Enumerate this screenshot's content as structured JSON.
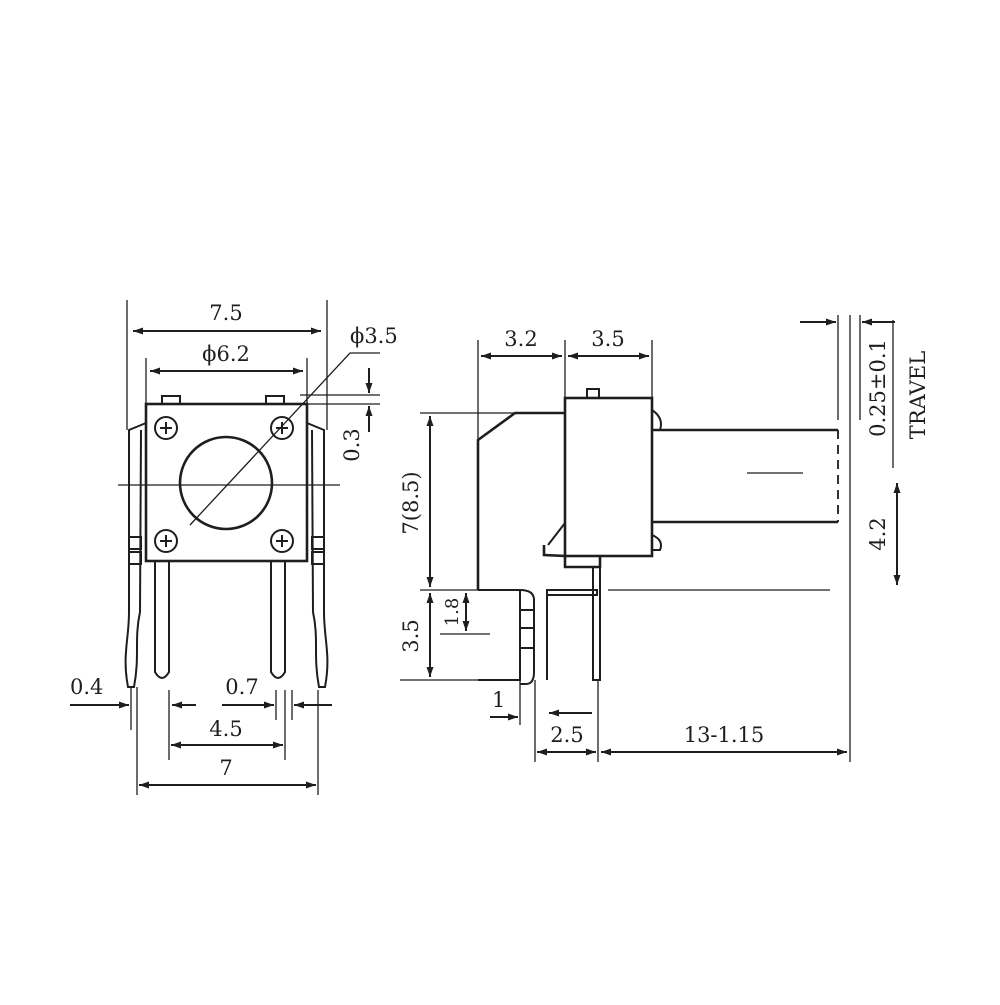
{
  "dimensions": {
    "body_width": "7.5",
    "actuator_diameter": "ϕ6.2",
    "hole_diameter": "ϕ3.5",
    "top_offset": "0.3",
    "lead_width": "0.4",
    "pin_width": "0.7",
    "pin_spacing": "4.5",
    "pin_span": "7",
    "rear_depth": "3.2",
    "body_depth": "3.5",
    "height": "7(8.5)",
    "standoff": "1.8",
    "lead_length": "3.5",
    "travel": "0.25±0.1",
    "travel_label": "TRAVEL",
    "stem_height": "4.2",
    "foot": "1",
    "pin_offset": "2.5",
    "stem_length": "13-1.15"
  }
}
